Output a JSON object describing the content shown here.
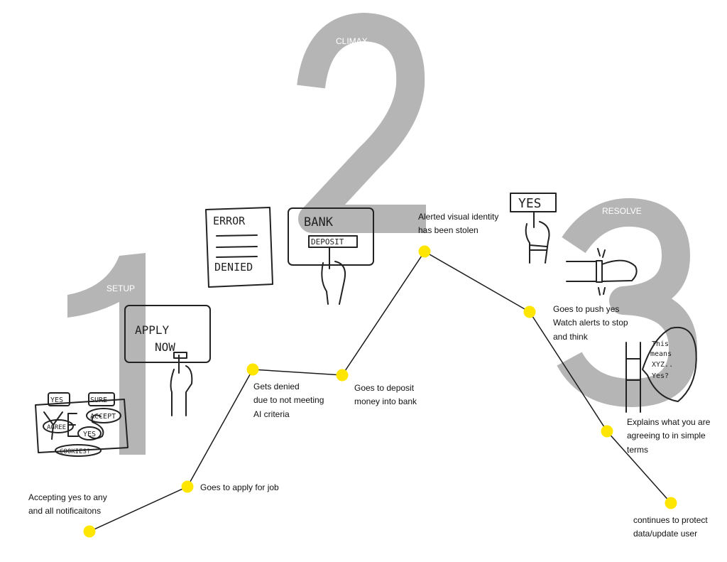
{
  "acts": [
    {
      "number": "1",
      "label": "SETUP"
    },
    {
      "number": "2",
      "label": "CLIMAX"
    },
    {
      "number": "3",
      "label": "RESOLVE"
    }
  ],
  "points": [
    {
      "lines": [
        "Accepting yes to any",
        "and all notificaitons"
      ]
    },
    {
      "lines": [
        "Goes to apply for job"
      ]
    },
    {
      "lines": [
        "Gets denied",
        "due to not meeting",
        "AI criteria"
      ]
    },
    {
      "lines": [
        "Goes to deposit",
        "money into bank"
      ]
    },
    {
      "lines": [
        "Alerted visual identity",
        "has been stolen"
      ]
    },
    {
      "lines": [
        "Goes to push yes",
        "Watch alerts to stop",
        "and think"
      ]
    },
    {
      "lines": [
        "Explains what you are",
        "agreeing to in simple",
        "terms"
      ]
    },
    {
      "lines": [
        "continues to protect",
        "data/update user"
      ]
    }
  ],
  "sketches": {
    "notifications": {
      "big": "YES",
      "items": [
        "YES",
        "SURE",
        "ACCEPT",
        "AGREE",
        "YES",
        "COOKIES?"
      ]
    },
    "apply": {
      "line1": "APPLY",
      "line2": "NOW"
    },
    "error": {
      "title": "ERROR",
      "bottom": "DENIED"
    },
    "bank": {
      "title": "BANK",
      "button": "DEPOSIT"
    },
    "yes_button": {
      "text": "YES"
    },
    "speech": {
      "lines": [
        "This",
        "means",
        "XYZ..",
        "Yes?"
      ]
    }
  },
  "colors": {
    "dot": "#ffe600",
    "digit": "#b5b5b5",
    "line": "#1a1a1a"
  }
}
